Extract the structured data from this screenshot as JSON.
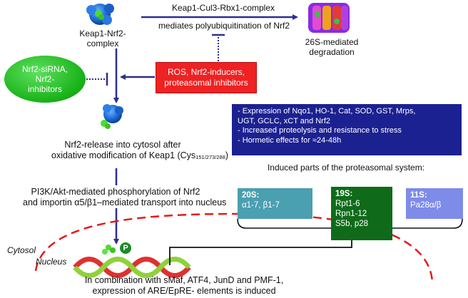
{
  "top": {
    "complex_label_line1": "Keap1-Nrf2-",
    "complex_label_line2": "complex",
    "arrow_label_line1": "Keap1-Cul3-Rbx1-complex",
    "arrow_label_line2": "mediates polyubiquitination of Nrf2",
    "degradation_line1": "26S-mediated",
    "degradation_line2": "degradation"
  },
  "inhibitors": {
    "line1": "Nrf2-siRNA,",
    "line2": "Nrf2-",
    "line3": "inhibitors"
  },
  "inducers": {
    "line1": "ROS, Nrf2-inducers,",
    "line2": "proteasomal inhibitors"
  },
  "release": {
    "line1": "Nrf2-release into cytosol after",
    "line2_main": "oxidative modification of Keap1 (Cys",
    "line2_sub": "151/273/288",
    "line2_end": ")"
  },
  "transport": {
    "line1": "PI3K/Akt-mediated phosphorylation of Nrf2",
    "line2": "and importin α5/β1–mediated transport into nucleus"
  },
  "effects": {
    "items": [
      "-  Expression of Nqo1, HO-1, Cat, SOD, GST, Mrps,",
      "   UGT, GCLC, xCT and Nrf2",
      "-  Increased proteolysis and resistance to stress",
      "-  Hormetic effects for ≈24-48h"
    ]
  },
  "proteasome": {
    "title": "Induced parts of the proteasomal system:",
    "s20_title": "20S:",
    "s20_line1": "α1-7, β1-7",
    "s19_title": "19S:",
    "s19_line1": "Rpt1-6",
    "s19_line2": "Rpn1-12",
    "s19_line3": "S5b, p28",
    "s11_title": "11S:",
    "s11_line1": "Pa28α/β"
  },
  "compartments": {
    "cytosol": "Cytosol",
    "nucleus": "Nucleus"
  },
  "phospho": "P",
  "bottom": {
    "line1": "In combination with sMaf, ATF4, JunD and PMF-1,",
    "line2": "expression of ARE/EpRE- elements is induced"
  },
  "colors": {
    "arrow": "#2b2f8f",
    "red_box": "#ee2222",
    "green_oval": "#17b117",
    "effects_box": "#1c2191",
    "box_20s": "#4a9fb0",
    "box_19s": "#0f6b1a",
    "box_11s": "#7e8be8",
    "nucleus_border": "#e41a1a"
  }
}
